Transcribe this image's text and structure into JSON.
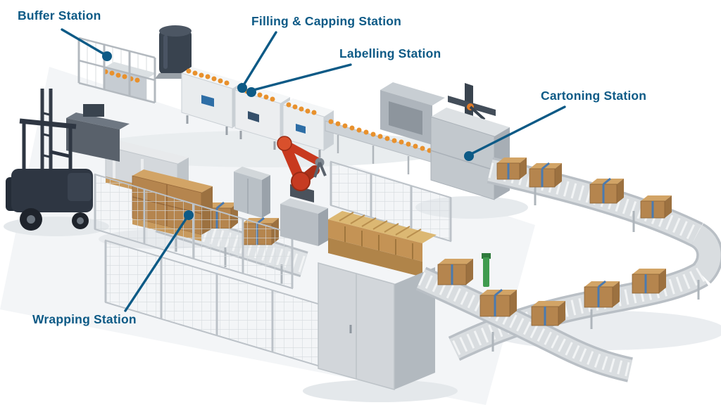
{
  "diagram": {
    "accent_color": "#0d5a86",
    "background_color": "#ffffff",
    "stations": [
      {
        "id": "buffer",
        "name": "Buffer Station"
      },
      {
        "id": "filling-capping",
        "name": "Filling & Capping Station"
      },
      {
        "id": "labelling",
        "name": "Labelling Station"
      },
      {
        "id": "cartoning",
        "name": "Cartoning Station"
      },
      {
        "id": "wrapping",
        "name": "Wrapping Station"
      }
    ],
    "scene_colors": {
      "robot_red": "#c8391f",
      "bottle_orange": "#e8912d",
      "carton_brown": "#b5854e",
      "pallet_wood": "#d9b36c",
      "machine_gray": "#cfd4d8",
      "tank_navy": "#39434f"
    }
  }
}
